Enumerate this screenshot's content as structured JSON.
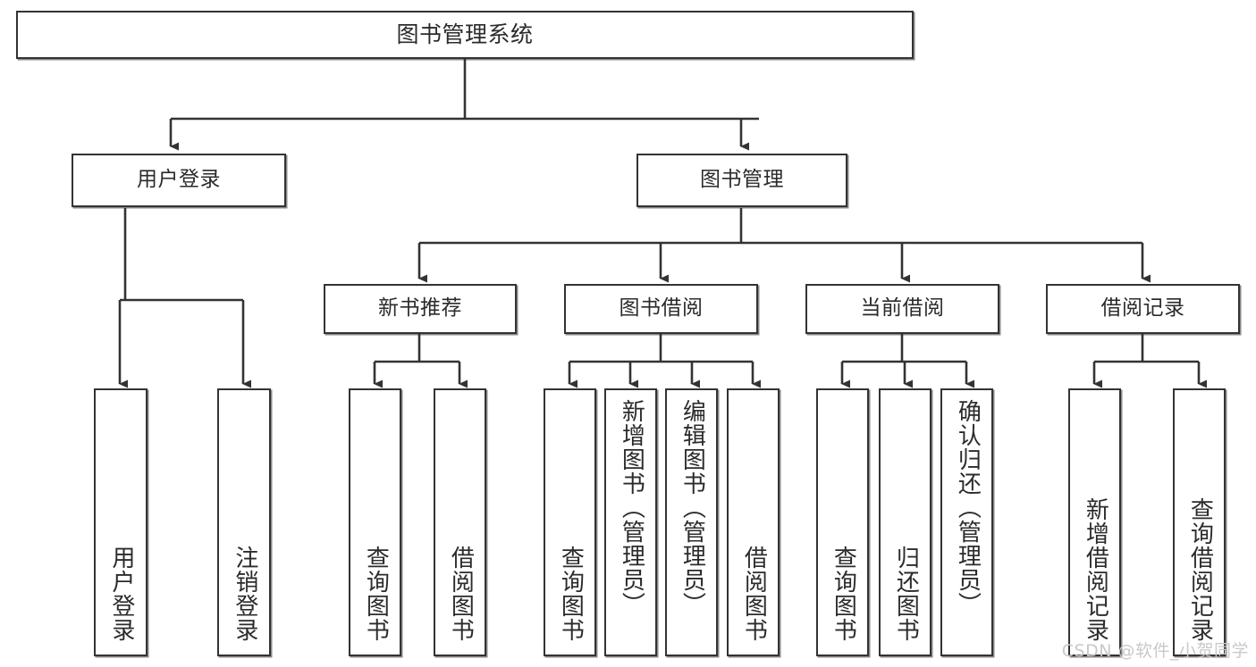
{
  "diagram": {
    "title": "图书管理系统",
    "type": "tree",
    "watermark": "CSDN @软件_小贺同学",
    "colors": {
      "box_border": "#333333",
      "box_fill": "#ffffff",
      "text": "#2b2b2b",
      "edge": "#333333",
      "watermark": "#c9c9c9",
      "background": "#ffffff"
    },
    "levels": {
      "root": "图书管理系统",
      "level2": [
        "用户登录",
        "图书管理"
      ],
      "level3": [
        "新书推荐",
        "图书借阅",
        "当前借阅",
        "借阅记录"
      ]
    },
    "nodes": {
      "root": {
        "label": "图书管理系统"
      },
      "user_login": {
        "label": "用户登录"
      },
      "book_manage": {
        "label": "图书管理"
      },
      "new_book_rec": {
        "label": "新书推荐"
      },
      "book_borrow": {
        "label": "图书借阅"
      },
      "current_borrow": {
        "label": "当前借阅"
      },
      "borrow_record": {
        "label": "借阅记录"
      },
      "leaf_user_login": {
        "label": "用户登录"
      },
      "leaf_user_logout": {
        "label": "注销登录"
      },
      "leaf_query_book_1": {
        "label": "查询图书"
      },
      "leaf_borrow_book_1": {
        "label": "借阅图书"
      },
      "leaf_query_book_2": {
        "label": "查询图书"
      },
      "leaf_add_book": {
        "label": "新增图书（管理员）"
      },
      "leaf_edit_book": {
        "label": "编辑图书（管理员）"
      },
      "leaf_borrow_book_2": {
        "label": "借阅图书"
      },
      "leaf_query_book_3": {
        "label": "查询图书"
      },
      "leaf_return_book": {
        "label": "归还图书"
      },
      "leaf_confirm_return": {
        "label": "确认归还（管理员）"
      },
      "leaf_add_record": {
        "label": "新增借阅记录"
      },
      "leaf_query_record": {
        "label": "查询借阅记录"
      }
    },
    "tree": [
      {
        "label": "图书管理系统",
        "children": [
          {
            "label": "用户登录",
            "children": [
              {
                "label": "用户登录"
              },
              {
                "label": "注销登录"
              }
            ]
          },
          {
            "label": "图书管理",
            "children": [
              {
                "label": "新书推荐",
                "children": [
                  {
                    "label": "查询图书"
                  },
                  {
                    "label": "借阅图书"
                  }
                ]
              },
              {
                "label": "图书借阅",
                "children": [
                  {
                    "label": "查询图书"
                  },
                  {
                    "label": "新增图书（管理员）"
                  },
                  {
                    "label": "编辑图书（管理员）"
                  },
                  {
                    "label": "借阅图书"
                  }
                ]
              },
              {
                "label": "当前借阅",
                "children": [
                  {
                    "label": "查询图书"
                  },
                  {
                    "label": "归还图书"
                  },
                  {
                    "label": "确认归还（管理员）"
                  }
                ]
              },
              {
                "label": "借阅记录",
                "children": [
                  {
                    "label": "新增借阅记录"
                  },
                  {
                    "label": "查询借阅记录"
                  }
                ]
              }
            ]
          }
        ]
      }
    ]
  }
}
